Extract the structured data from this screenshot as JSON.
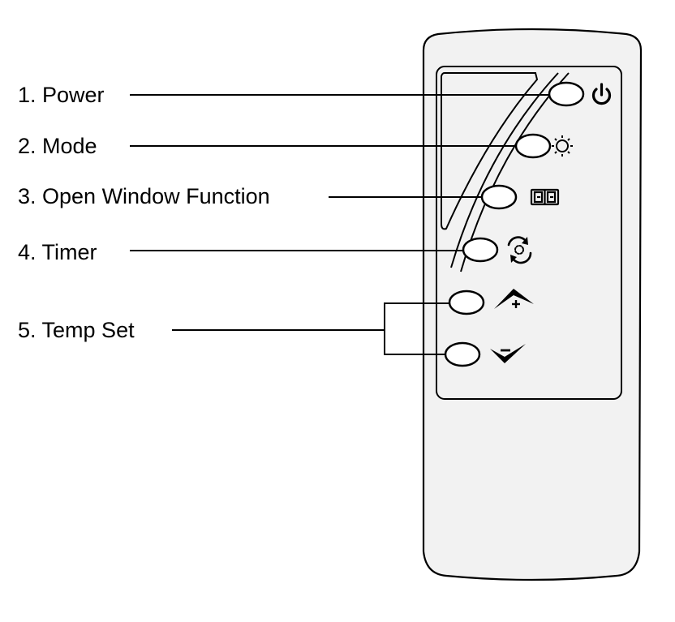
{
  "labels": [
    {
      "id": "power",
      "text": "1. Power",
      "icon": "power-icon"
    },
    {
      "id": "mode",
      "text": "2. Mode",
      "icon": "sun-icon"
    },
    {
      "id": "open-window",
      "text": "3. Open Window Function",
      "icon": "open-window-icon"
    },
    {
      "id": "timer",
      "text": "4. Timer",
      "icon": "timer-icon"
    },
    {
      "id": "temp-set",
      "text": "5. Temp Set",
      "icons": [
        "temp-up-plus-icon",
        "temp-down-minus-icon"
      ]
    }
  ],
  "colors": {
    "stroke": "#000000",
    "remote_fill": "#f2f2f2",
    "background": "#ffffff"
  }
}
